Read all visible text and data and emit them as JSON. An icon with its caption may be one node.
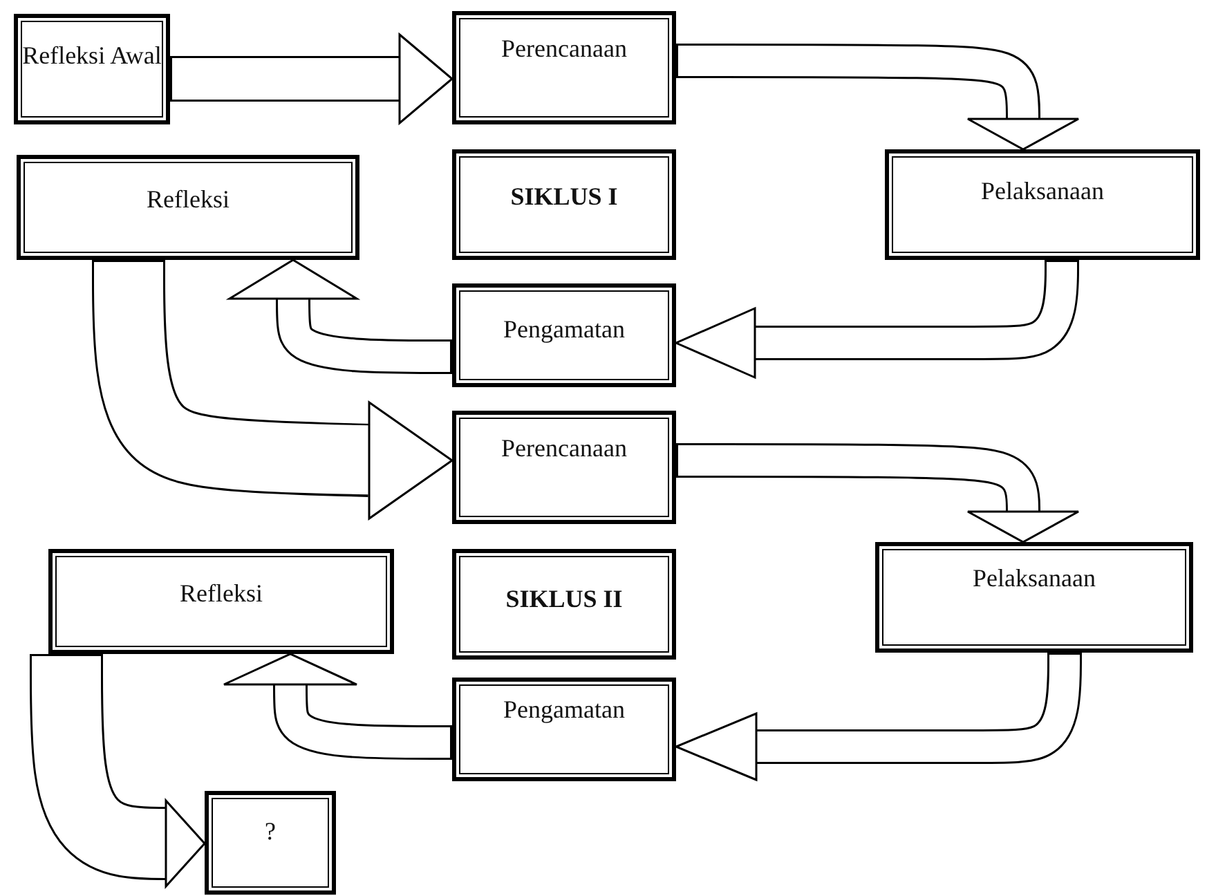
{
  "diagram": {
    "nodes": [
      {
        "text": [
          "Refleksi Awal"
        ]
      },
      {
        "text": [
          "Perencanaan"
        ]
      },
      {
        "text": [
          "Refleksi"
        ]
      },
      {
        "text": [
          "SIKLUS I"
        ]
      },
      {
        "text": [
          "Pelaksanaan"
        ]
      },
      {
        "text": [
          "Pengamatan"
        ]
      },
      {
        "text": [
          "Perencanaan"
        ]
      },
      {
        "text": [
          "Refleksi"
        ]
      },
      {
        "text": [
          "SIKLUS II"
        ]
      },
      {
        "text": [
          "Pelaksanaan"
        ]
      },
      {
        "text": [
          "Pengamatan"
        ]
      },
      {
        "text": [
          "?"
        ]
      }
    ],
    "edges": [
      {
        "from": 0,
        "to": 1,
        "arrow": "to"
      },
      {
        "from": 1,
        "to": 4,
        "arrow": "to"
      },
      {
        "from": 4,
        "to": 5,
        "arrow": "to"
      },
      {
        "from": 5,
        "to": 2,
        "arrow": "to"
      },
      {
        "from": 2,
        "to": 6,
        "arrow": "to",
        "style": "thick"
      },
      {
        "from": 6,
        "to": 9,
        "arrow": "to"
      },
      {
        "from": 9,
        "to": 10,
        "arrow": "to"
      },
      {
        "from": 10,
        "to": 7,
        "arrow": "to"
      },
      {
        "from": 7,
        "to": 11,
        "arrow": "to",
        "style": "thick"
      }
    ]
  }
}
